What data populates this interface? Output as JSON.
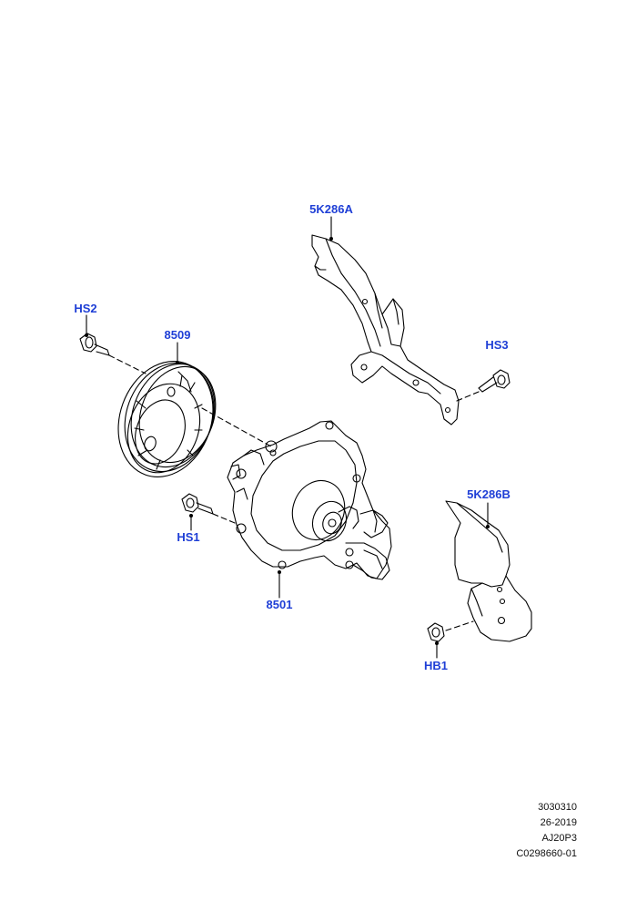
{
  "callouts": {
    "bracket_a": "5K286A",
    "bolt_hs2": "HS2",
    "pulley": "8509",
    "bolt_hs3": "HS3",
    "bracket_b": "5K286B",
    "bolt_hs1": "HS1",
    "water_pump": "8501",
    "bolt_hb1": "HB1"
  },
  "footer": {
    "line1": "3030310",
    "line2": "26-2019",
    "line3": "AJ20P3",
    "line4": "C0298660-01"
  },
  "colors": {
    "callout": "#1f3fd6",
    "line": "#000000"
  }
}
